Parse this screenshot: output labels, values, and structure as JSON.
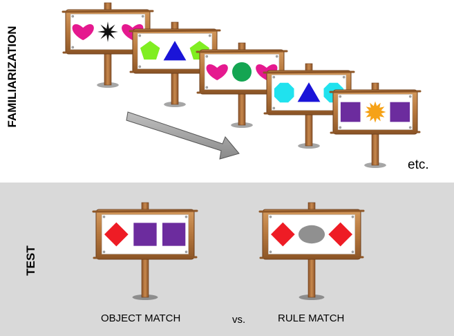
{
  "familiarization": {
    "label": "FAMILIARIZATION",
    "etc_text": "etc.",
    "signs": [
      {
        "shapes": [
          "heart",
          "star",
          "heart"
        ],
        "colors": [
          "#e5198f",
          "#111111",
          "#e5198f"
        ]
      },
      {
        "shapes": [
          "pentagon",
          "triangle",
          "pentagon"
        ],
        "colors": [
          "#80ee22",
          "#1a14d8",
          "#80ee22"
        ]
      },
      {
        "shapes": [
          "heart",
          "circle",
          "heart"
        ],
        "colors": [
          "#e5198f",
          "#14a552",
          "#e5198f"
        ]
      },
      {
        "shapes": [
          "octagon",
          "triangle",
          "octagon"
        ],
        "colors": [
          "#20e2ee",
          "#1a14d8",
          "#20e2ee"
        ]
      },
      {
        "shapes": [
          "square",
          "sun",
          "square"
        ],
        "colors": [
          "#6c2c9e",
          "#f6a217",
          "#6c2c9e"
        ]
      }
    ]
  },
  "test": {
    "label": "TEST",
    "object_match_caption": "OBJECT MATCH",
    "vs_caption": "vs.",
    "rule_match_caption": "RULE MATCH",
    "signs": [
      {
        "shapes": [
          "diamond",
          "square",
          "square"
        ],
        "colors": [
          "#ee1c25",
          "#6c2c9e",
          "#6c2c9e"
        ]
      },
      {
        "shapes": [
          "diamond",
          "ellipse",
          "diamond"
        ],
        "colors": [
          "#ee1c25",
          "#909090",
          "#ee1c25"
        ]
      }
    ]
  }
}
